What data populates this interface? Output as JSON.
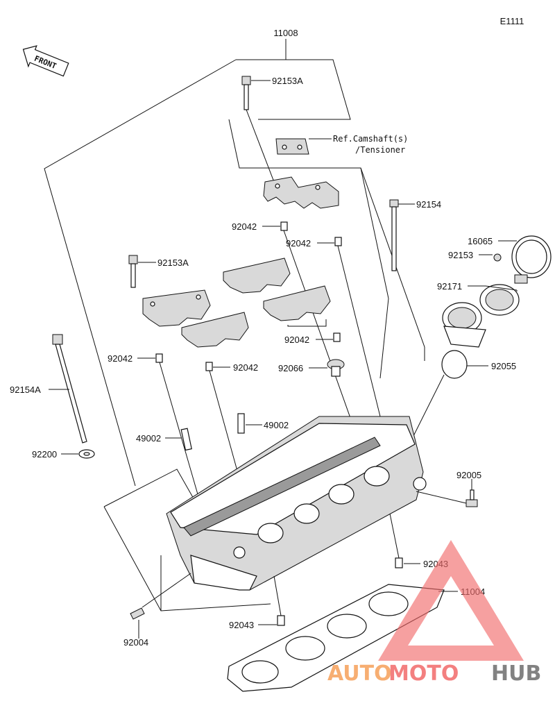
{
  "diagram": {
    "code": "E1111",
    "front_label": "FRONT",
    "ref_line1": "Ref.Camshaft(s)",
    "ref_line2": "/Tensioner",
    "parts": {
      "p11008": "11008",
      "p92153A_top": "92153A",
      "p92042_a": "92042",
      "p92042_b": "92042",
      "p92154": "92154",
      "p16065": "16065",
      "p92153": "92153",
      "p92171": "92171",
      "p92153A_left": "92153A",
      "p92042_c": "92042",
      "p92042_d": "92042",
      "p92042_e": "92042",
      "p92066": "92066",
      "p92055": "92055",
      "p92154A": "92154A",
      "p49002_a": "49002",
      "p49002_b": "49002",
      "p92200": "92200",
      "p92005": "92005",
      "p92043_a": "92043",
      "p11004": "11004",
      "p92043_b": "92043",
      "p92004": "92004"
    }
  },
  "watermark": {
    "auto": "AUTO",
    "moto": "MOTO",
    "hub": "HUB",
    "colors": {
      "red": "#f26b6b",
      "orange": "#f6a15a",
      "gray": "#6d6d6d"
    }
  }
}
